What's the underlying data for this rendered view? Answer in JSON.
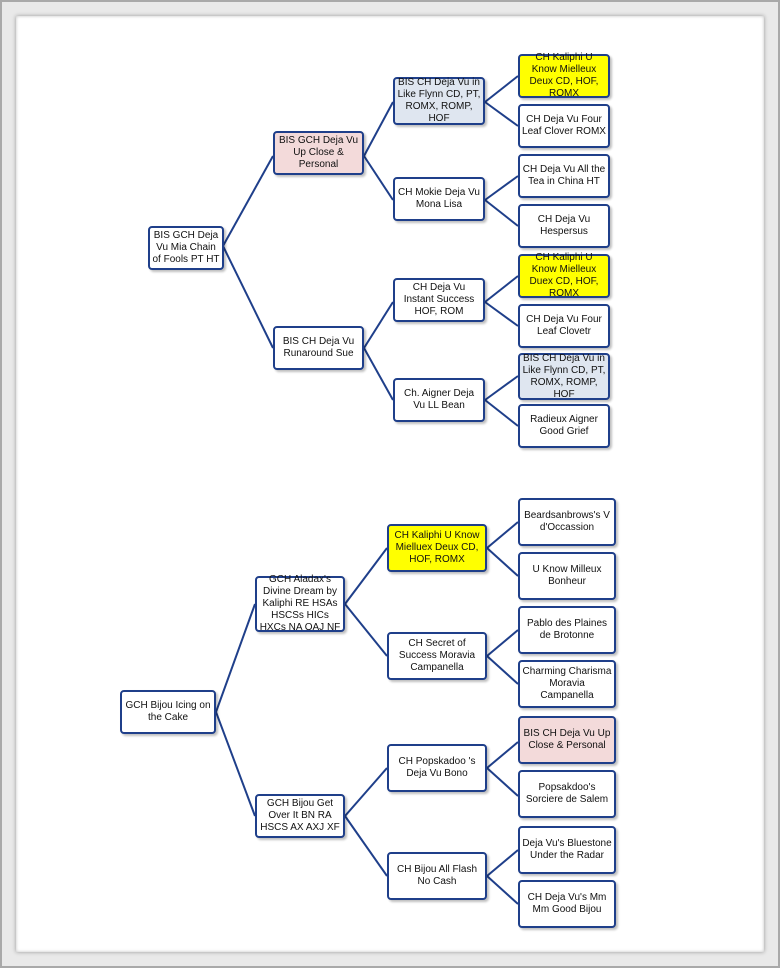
{
  "pedigree_top": {
    "dog": "BIS GCH Deja Vu Mia Chain of Fools PT HT",
    "sire": "BIS GCH Deja Vu Up Close & Personal",
    "dam": "BIS CH Deja Vu Runaround Sue",
    "sire_sire": "BIS CH Deja Vu in Like Flynn  CD, PT, ROMX, ROMP, HOF",
    "sire_dam": "CH Mokie Deja Vu Mona Lisa",
    "dam_sire": "CH Deja Vu Instant Success HOF, ROM",
    "dam_dam": "Ch. Aigner Deja Vu LL Bean",
    "gg1": "CH Kaliphi U Know Mielleux Deux CD, HOF, ROMX",
    "gg2": "CH Deja Vu Four Leaf Clover ROMX",
    "gg3": "CH Deja Vu All  the Tea in China  HT",
    "gg4": "CH Deja Vu Hespersus",
    "gg5": "CH Kaliphi U Know Mielleux Duex CD, HOF, ROMX",
    "gg6": "CH Deja Vu Four Leaf Clovetr",
    "gg7": "BIS CH Deja Vu in Like Flynn CD, PT, ROMX, ROMP, HOF",
    "gg8": "Radieux Aigner Good Grief"
  },
  "pedigree_bottom": {
    "dog": "GCH Bijou Icing on the Cake",
    "sire": "GCH Aladax's Divine Dream by Kaliphi RE HSAs HSCSs HICs HXCs NA OAJ NF",
    "dam": "GCH Bijou Get Over It BN RA HSCS AX AXJ XF",
    "sire_sire": "CH Kaliphi U Know Mielluex Deux CD, HOF, ROMX",
    "sire_dam": "CH Secret of Success Moravia  Campanella",
    "dam_sire": "CH Popskadoo 's Deja Vu Bono",
    "dam_dam": "CH Bijou All Flash No Cash",
    "gg1": "Beardsanbrows's V d'Occassion",
    "gg2": "U Know Milleux Bonheur",
    "gg3": "Pablo des Plaines  de Brotonne",
    "gg4": "Charming Charisma Moravia Campanella",
    "gg5": "BIS CH Deja Vu Up Close & Personal",
    "gg6": "Popsakdoo's Sorciere de Salem",
    "gg7": "Deja Vu's  Bluestone Under the Radar",
    "gg8": "CH Deja Vu's Mm Mm Good Bijou"
  },
  "colors": {
    "line": "#1f3f8a",
    "highlight_yellow": "#ffff00",
    "pink": "#f3dada",
    "blue_gray": "#dfe6f0"
  }
}
